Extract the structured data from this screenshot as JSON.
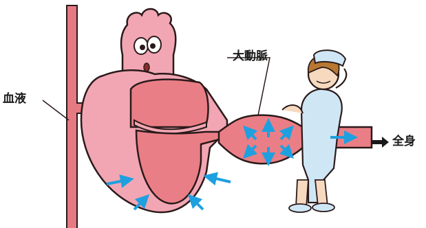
{
  "labels": {
    "blood": "血液",
    "aorta": "大動脈",
    "whole_body": "全身"
  },
  "colors": {
    "vessel": "#e57a82",
    "heart_outer": "#f2a6b3",
    "heart_inner": "#ea7e86",
    "arrow": "#1ea0e0",
    "outline": "#2a1a1a",
    "uniform": "#cfe6f5",
    "skin": "#f6d9bf",
    "hair": "#b87832"
  },
  "icons": [
    "blood-vessel",
    "heart-character",
    "aorta-vessel",
    "nurse-figure",
    "pressure-arrow",
    "flow-arrow"
  ]
}
